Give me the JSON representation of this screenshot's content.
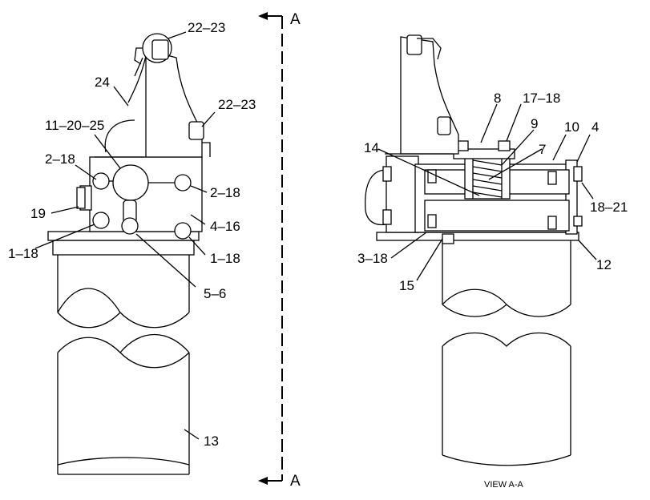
{
  "callouts": [
    {
      "id": "c1",
      "text": "22–23"
    },
    {
      "id": "c2",
      "text": "24"
    },
    {
      "id": "c3",
      "text": "22–23"
    },
    {
      "id": "c4",
      "text": "11–20–25"
    },
    {
      "id": "c5",
      "text": "2–18"
    },
    {
      "id": "c6",
      "text": "2–18"
    },
    {
      "id": "c7",
      "text": "19"
    },
    {
      "id": "c8",
      "text": "4–16"
    },
    {
      "id": "c9",
      "text": "1–18"
    },
    {
      "id": "c10",
      "text": "1–18"
    },
    {
      "id": "c11",
      "text": "5–6"
    },
    {
      "id": "c12",
      "text": "13"
    },
    {
      "id": "c13",
      "text": "8"
    },
    {
      "id": "c14",
      "text": "17–18"
    },
    {
      "id": "c15",
      "text": "9"
    },
    {
      "id": "c16",
      "text": "10"
    },
    {
      "id": "c17",
      "text": "4"
    },
    {
      "id": "c18",
      "text": "14"
    },
    {
      "id": "c19",
      "text": "7"
    },
    {
      "id": "c20",
      "text": "18–21"
    },
    {
      "id": "c21",
      "text": "3–18"
    },
    {
      "id": "c22",
      "text": "12"
    },
    {
      "id": "c23",
      "text": "15"
    }
  ],
  "section": {
    "top_label": "A",
    "bottom_label": "A"
  },
  "caption": "VIEW A-A"
}
